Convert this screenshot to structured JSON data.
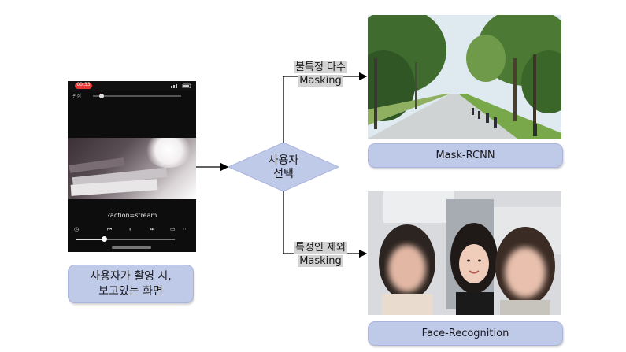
{
  "phone_screen": {
    "rec_badge": "00:33",
    "top_label": "편집",
    "stream_caption": "?action=stream"
  },
  "user_box": {
    "line1": "사용자가 촬영 시,",
    "line2": "보고있는 화면"
  },
  "decision": {
    "line1": "사용자",
    "line2": "선택"
  },
  "branch_top": {
    "line1": "불특정 다수",
    "line2": "Masking"
  },
  "branch_bottom": {
    "line1": "특정인 제외",
    "line2": "Masking"
  },
  "result_top": {
    "label": "Mask-RCNN"
  },
  "result_bottom": {
    "label": "Face-Recognition"
  },
  "colors": {
    "box_fill": "#bfc9e8",
    "diamond_fill": "#bfc9e8",
    "arrow": "#000000",
    "highlight": "#d3d3d3"
  }
}
